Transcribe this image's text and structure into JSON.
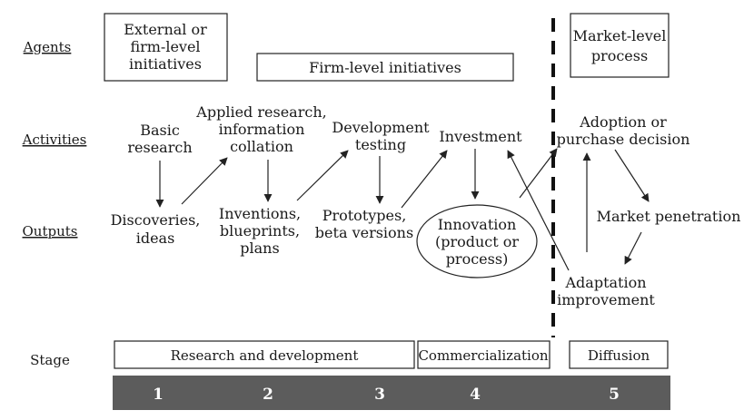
{
  "rows": {
    "agents": "Agents",
    "activities": "Activities",
    "outputs": "Outputs",
    "stage": "Stage"
  },
  "agents": {
    "external": [
      "External or",
      "firm-level",
      "initiatives"
    ],
    "firm": "Firm-level initiatives",
    "market": [
      "Market-level",
      "process"
    ]
  },
  "activities": {
    "basic_research": [
      "Basic",
      "research"
    ],
    "applied_research": [
      "Applied research,",
      "information",
      "collation"
    ],
    "development": [
      "Development",
      "testing"
    ],
    "investment": "Investment",
    "adoption": [
      "Adoption or",
      "purchase decision"
    ],
    "market_penetration": "Market penetration",
    "adaptation": [
      "Adaptation",
      "improvement"
    ]
  },
  "outputs": {
    "discoveries": [
      "Discoveries,",
      "ideas"
    ],
    "inventions": [
      "Inventions,",
      "blueprints,",
      "plans"
    ],
    "prototypes": [
      "Prototypes,",
      "beta versions"
    ],
    "innovation": [
      "Innovation",
      "(product or",
      "process)"
    ]
  },
  "stages": {
    "rnd": "Research and development",
    "commercialization": "Commercialization",
    "diffusion": "Diffusion"
  },
  "stage_numbers": [
    "1",
    "2",
    "3",
    "4",
    "5"
  ],
  "colors": {
    "number_bar": "#5c5c5c",
    "ink": "#1a1a1a"
  }
}
